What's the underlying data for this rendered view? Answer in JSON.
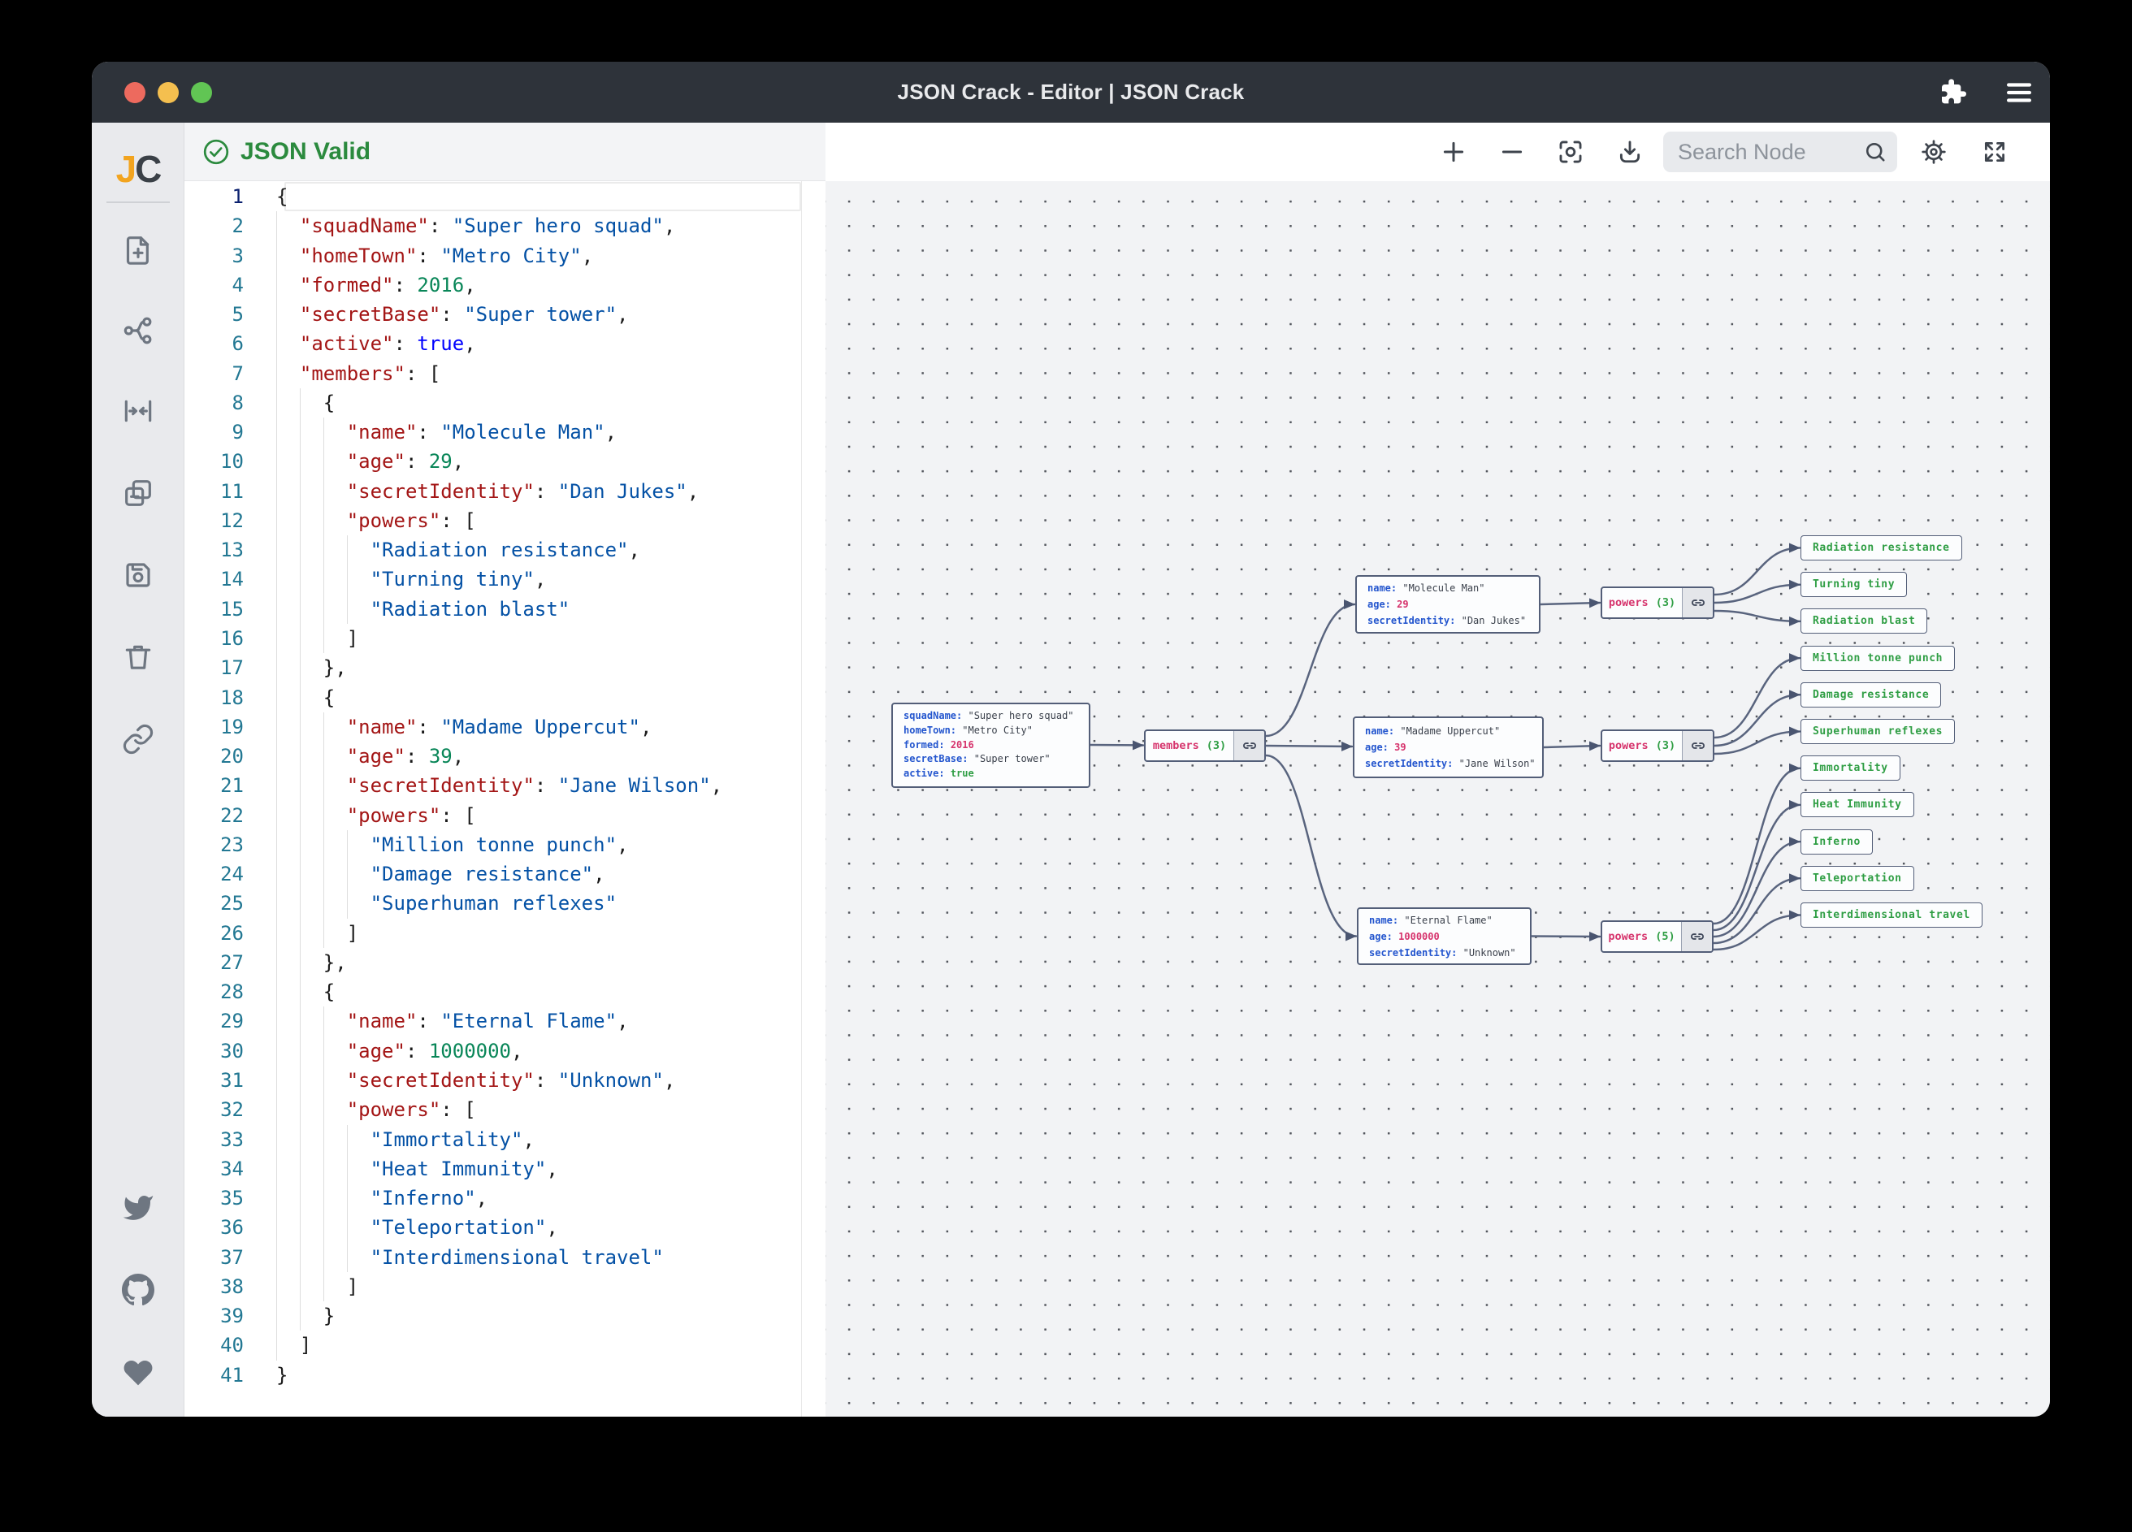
{
  "window": {
    "title": "JSON Crack - Editor | JSON Crack"
  },
  "titlebar": {
    "icons": [
      "extension",
      "menu"
    ]
  },
  "sidebar": {
    "logo": "JC",
    "tools": [
      "new-file",
      "graph-view",
      "fold-editor",
      "copy",
      "save",
      "delete",
      "share-link"
    ],
    "social": [
      "twitter",
      "github",
      "sponsor"
    ]
  },
  "editor": {
    "status": "JSON Valid",
    "lines": [
      "{",
      "  \"squadName\": \"Super hero squad\",",
      "  \"homeTown\": \"Metro City\",",
      "  \"formed\": 2016,",
      "  \"secretBase\": \"Super tower\",",
      "  \"active\": true,",
      "  \"members\": [",
      "    {",
      "      \"name\": \"Molecule Man\",",
      "      \"age\": 29,",
      "      \"secretIdentity\": \"Dan Jukes\",",
      "      \"powers\": [",
      "        \"Radiation resistance\",",
      "        \"Turning tiny\",",
      "        \"Radiation blast\"",
      "      ]",
      "    },",
      "    {",
      "      \"name\": \"Madame Uppercut\",",
      "      \"age\": 39,",
      "      \"secretIdentity\": \"Jane Wilson\",",
      "      \"powers\": [",
      "        \"Million tonne punch\",",
      "        \"Damage resistance\",",
      "        \"Superhuman reflexes\"",
      "      ]",
      "    },",
      "    {",
      "      \"name\": \"Eternal Flame\",",
      "      \"age\": 1000000,",
      "      \"secretIdentity\": \"Unknown\",",
      "      \"powers\": [",
      "        \"Immortality\",",
      "        \"Heat Immunity\",",
      "        \"Inferno\",",
      "        \"Teleportation\",",
      "        \"Interdimensional travel\"",
      "      ]",
      "    }",
      "  ]",
      "}"
    ]
  },
  "graph_toolbar": {
    "search_placeholder": "Search Node",
    "buttons": [
      "zoom-in",
      "zoom-out",
      "center-view",
      "download",
      "settings",
      "fullscreen"
    ]
  },
  "graph": {
    "root": {
      "rows": [
        {
          "key": "squadName",
          "value": "Super hero squad",
          "type": "string"
        },
        {
          "key": "homeTown",
          "value": "Metro City",
          "type": "string"
        },
        {
          "key": "formed",
          "value": "2016",
          "type": "number"
        },
        {
          "key": "secretBase",
          "value": "Super tower",
          "type": "string"
        },
        {
          "key": "active",
          "value": "true",
          "type": "boolean"
        }
      ]
    },
    "members": {
      "label": "members",
      "count": "(3)"
    },
    "items": [
      {
        "rows": [
          {
            "key": "name",
            "value": "Molecule Man",
            "type": "string"
          },
          {
            "key": "age",
            "value": "29",
            "type": "number"
          },
          {
            "key": "secretIdentity",
            "value": "Dan Jukes",
            "type": "string"
          }
        ],
        "powers": {
          "label": "powers",
          "count": "(3)"
        },
        "leaves": [
          "Radiation resistance",
          "Turning tiny",
          "Radiation blast"
        ]
      },
      {
        "rows": [
          {
            "key": "name",
            "value": "Madame Uppercut",
            "type": "string"
          },
          {
            "key": "age",
            "value": "39",
            "type": "number"
          },
          {
            "key": "secretIdentity",
            "value": "Jane Wilson",
            "type": "string"
          }
        ],
        "powers": {
          "label": "powers",
          "count": "(3)"
        },
        "leaves": [
          "Million tonne punch",
          "Damage resistance",
          "Superhuman reflexes"
        ]
      },
      {
        "rows": [
          {
            "key": "name",
            "value": "Eternal Flame",
            "type": "string"
          },
          {
            "key": "age",
            "value": "1000000",
            "type": "number"
          },
          {
            "key": "secretIdentity",
            "value": "Unknown",
            "type": "string"
          }
        ],
        "powers": {
          "label": "powers",
          "count": "(5)"
        },
        "leaves": [
          "Immortality",
          "Heat Immunity",
          "Inferno",
          "Teleportation",
          "Interdimensional travel"
        ]
      }
    ]
  },
  "colors": {
    "titlebar": "#2e333a",
    "valid_green": "#2b8a3e",
    "editor_key": "#a31515",
    "editor_string": "#0451a5",
    "editor_number": "#098658",
    "editor_boolean": "#0000ff",
    "node_border": "#535e78",
    "node_key_blue": "#2456ce",
    "node_number_pink": "#d6336c",
    "node_green": "#2f9e44",
    "edge": "#59647e",
    "traffic_close": "#ed6a5e",
    "traffic_min": "#f4bf4f",
    "traffic_zoom": "#61c554"
  }
}
